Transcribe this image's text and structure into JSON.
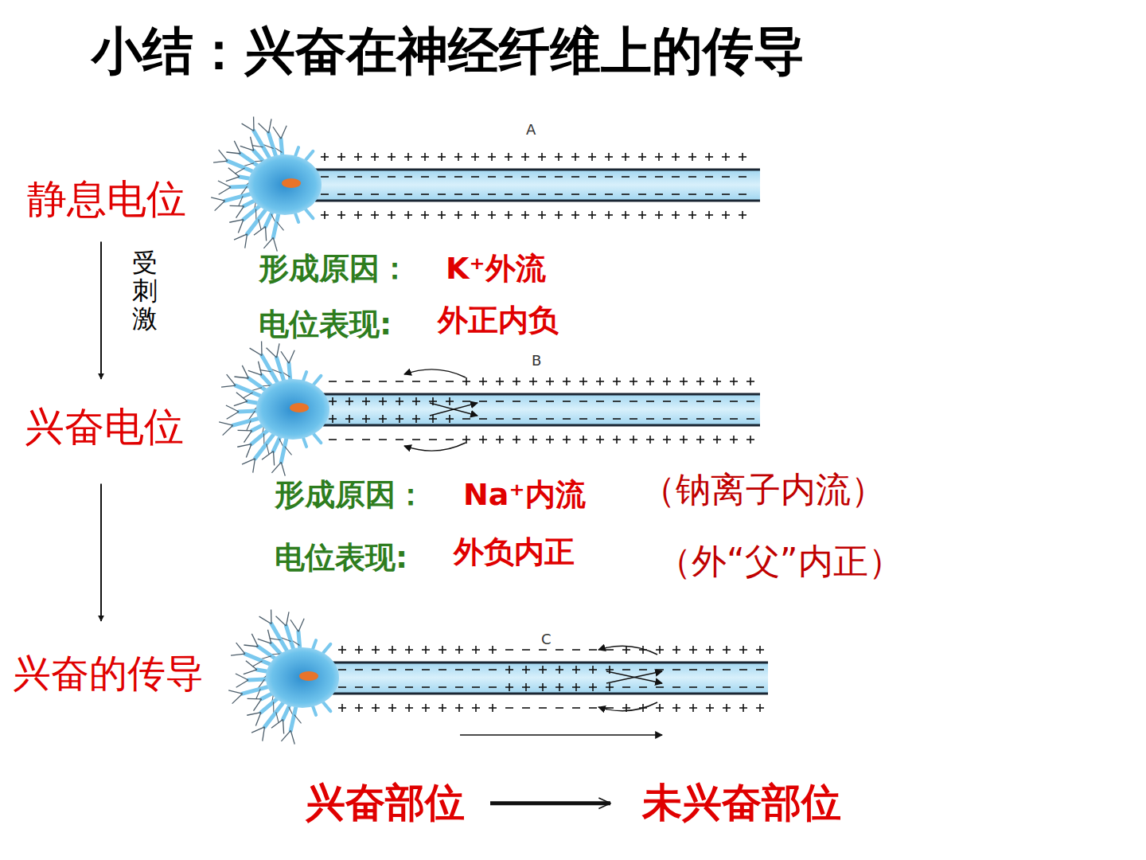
{
  "diagram": {
    "title": "小结：兴奋在神经纤维上的传导",
    "nodes": [
      {
        "text": [
          "静息电位"
        ]
      },
      {
        "text": [
          "兴奋电位"
        ]
      },
      {
        "text": [
          "兴奋的传导"
        ]
      },
      {
        "text": [
          "兴奋部位"
        ]
      },
      {
        "text": [
          "未兴奋部位"
        ]
      }
    ],
    "edges": [
      {
        "from": 0,
        "to": 1,
        "arrow": "to",
        "label": "受刺激"
      },
      {
        "from": 1,
        "to": 2,
        "arrow": "to"
      },
      {
        "from": 3,
        "to": 4,
        "arrow": "to"
      }
    ],
    "labels": [
      "A",
      "形成原因：",
      "K⁺外流",
      "电位表现:",
      "外正内负",
      "B",
      "形成原因：",
      "Na⁺内流",
      "（钠离子内流）",
      "电位表现:",
      "外负内正",
      "（外“父”内正）",
      "C"
    ]
  }
}
